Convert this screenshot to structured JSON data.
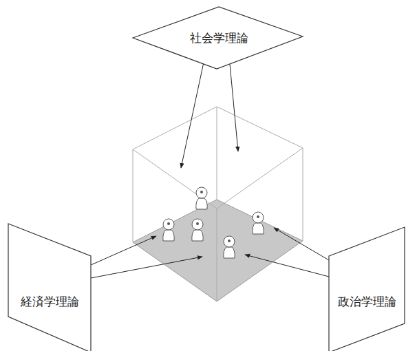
{
  "diagram": {
    "nodes": [
      {
        "text": [
          "社会学理論"
        ]
      },
      {
        "text": [
          "経済学理論"
        ]
      },
      {
        "text": [
          "政治学理論"
        ]
      }
    ]
  }
}
